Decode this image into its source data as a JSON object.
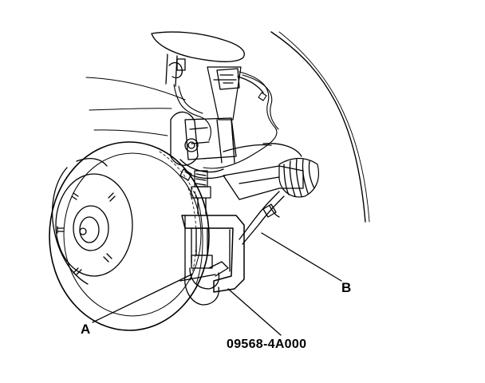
{
  "callouts": {
    "a": "A",
    "b": "B",
    "tool": "09568-4A000"
  },
  "colors": {
    "line": "#000000",
    "background": "#ffffff"
  }
}
